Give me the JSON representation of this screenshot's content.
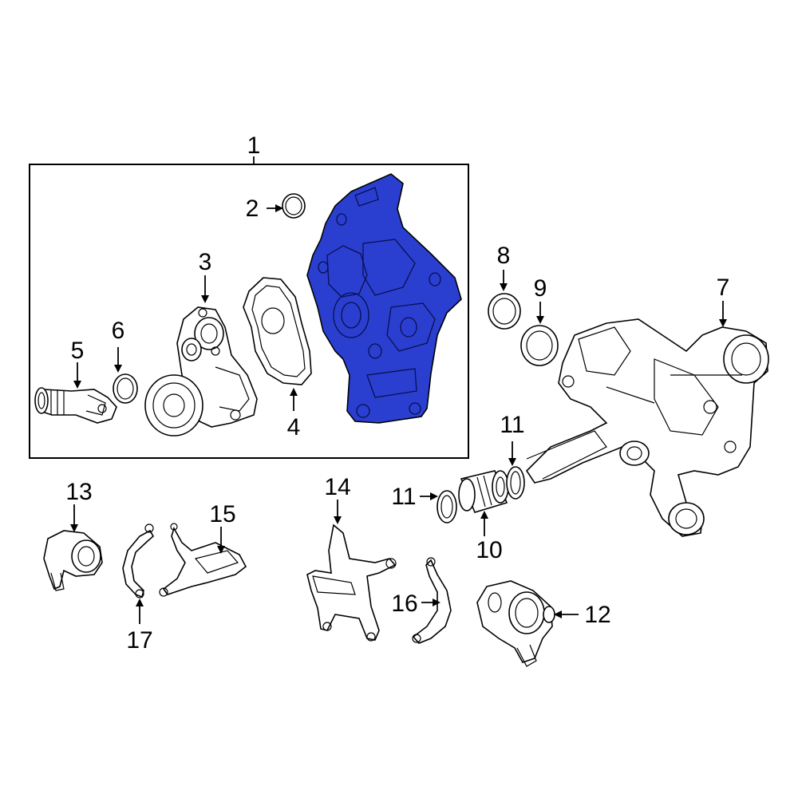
{
  "diagram": {
    "highlight_color": "#2a3fcf",
    "callouts": {
      "c1": "1",
      "c2": "2",
      "c3": "3",
      "c4": "4",
      "c5": "5",
      "c6": "6",
      "c7": "7",
      "c8": "8",
      "c9": "9",
      "c10": "10",
      "c11a": "11",
      "c11b": "11",
      "c12": "12",
      "c13": "13",
      "c14": "14",
      "c15": "15",
      "c16": "16",
      "c17": "17"
    }
  }
}
